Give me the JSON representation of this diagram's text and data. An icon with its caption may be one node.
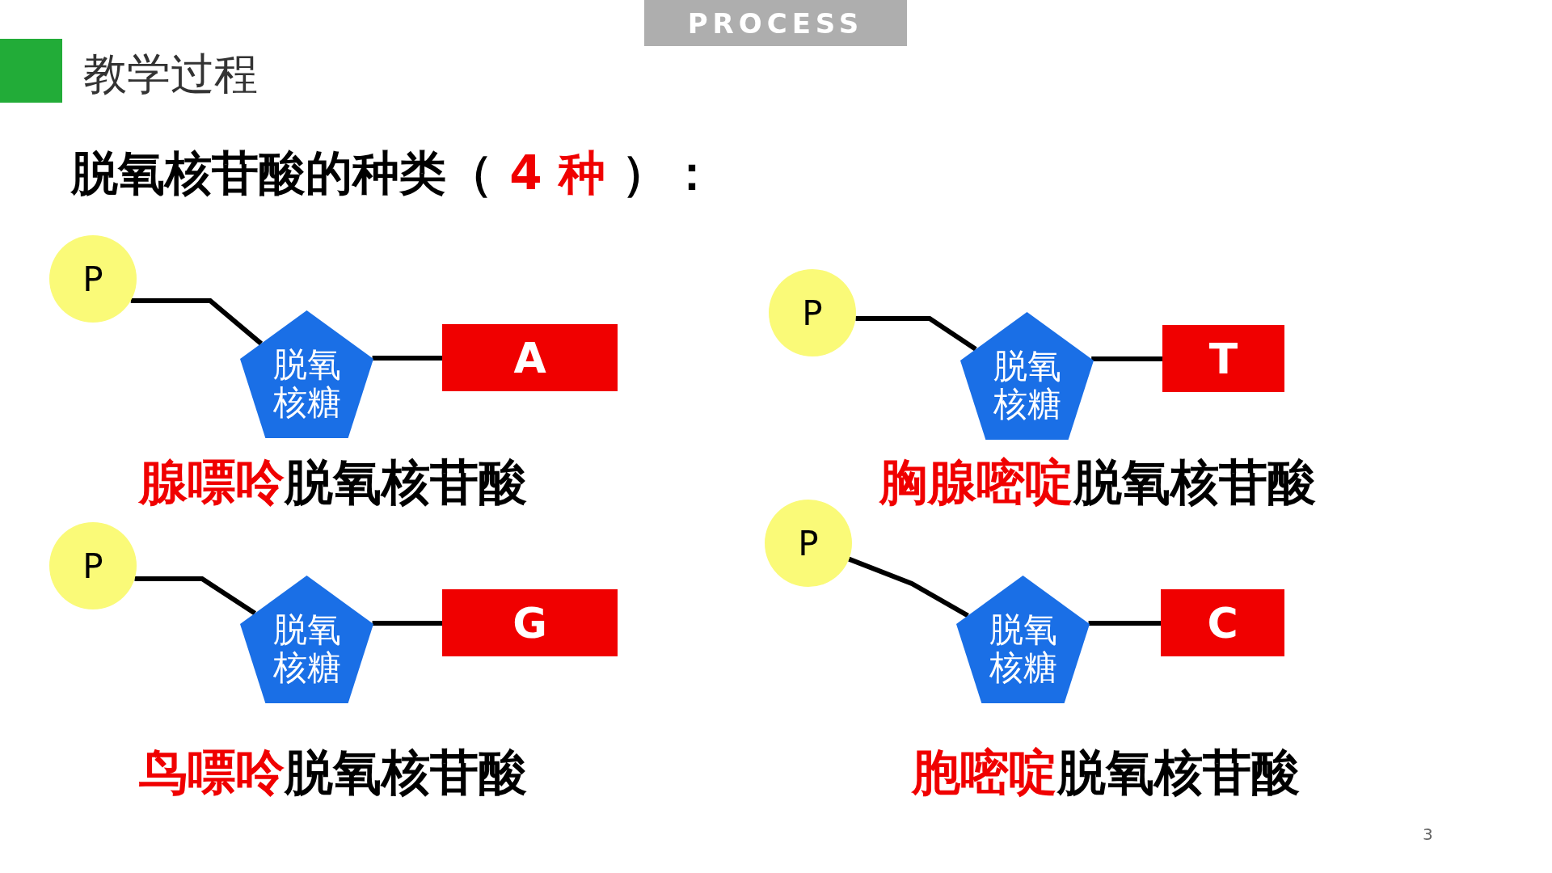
{
  "diagram": {
    "title": "脱氧核苷酸的种类（ **4 种** ）：",
    "nodes": [
      {
        "text": [
          "P"
        ]
      },
      {
        "text": [
          "脱氧核糖"
        ]
      },
      {
        "text": [
          "A"
        ]
      },
      {
        "text": [
          "P"
        ]
      },
      {
        "text": [
          "脱氧核糖"
        ]
      },
      {
        "text": [
          "T"
        ]
      },
      {
        "text": [
          "P"
        ]
      },
      {
        "text": [
          "脱氧核糖"
        ]
      },
      {
        "text": [
          "G"
        ]
      },
      {
        "text": [
          "P"
        ]
      },
      {
        "text": [
          "脱氧核糖"
        ]
      },
      {
        "text": [
          "C"
        ]
      }
    ],
    "edges": [
      {
        "from": 0,
        "to": 1,
        "arrow": "none"
      },
      {
        "from": 1,
        "to": 2,
        "arrow": "none"
      },
      {
        "from": 3,
        "to": 4,
        "arrow": "none"
      },
      {
        "from": 4,
        "to": 5,
        "arrow": "none"
      },
      {
        "from": 6,
        "to": 7,
        "arrow": "none"
      },
      {
        "from": 7,
        "to": 8,
        "arrow": "none"
      },
      {
        "from": 9,
        "to": 10,
        "arrow": "none"
      },
      {
        "from": 10,
        "to": 11,
        "arrow": "none"
      }
    ],
    "labels": [
      "PROCESS",
      "教学过程",
      "**腺嘌呤**脱氧核苷酸",
      "**胸腺嘧啶**脱氧核苷酸",
      "**鸟嘌呤**脱氧核苷酸",
      "**胞嘧啶**脱氧核苷酸",
      "3"
    ]
  }
}
